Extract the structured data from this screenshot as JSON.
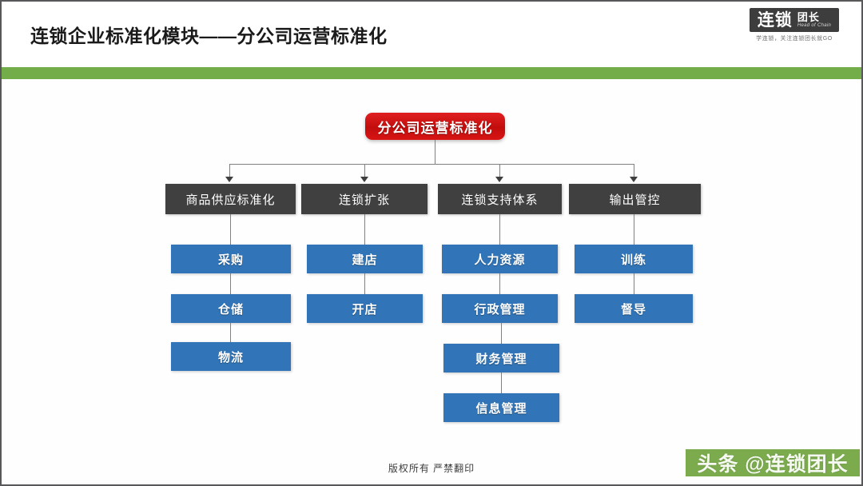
{
  "header": {
    "title": "连锁企业标准化模块——分公司运营标准化",
    "logo": {
      "cn_main": "连锁",
      "cn_sub": "团长",
      "en_sub": "Head of Chain",
      "tagline": "学连锁，关注连锁团长就GO"
    },
    "accent_color": "#73ad49"
  },
  "chart_data": {
    "type": "diagram",
    "title": "分公司运营标准化",
    "root": {
      "label": "分公司运营标准化",
      "color": "#c20d0d"
    },
    "category_color": "#404040",
    "leaf_color": "#3175b8",
    "branches": [
      {
        "label": "商品供应标准化",
        "children": [
          "采购",
          "仓储",
          "物流"
        ]
      },
      {
        "label": "连锁扩张",
        "children": [
          "建店",
          "开店"
        ]
      },
      {
        "label": "连锁支持体系",
        "children": [
          "人力资源",
          "行政管理",
          "财务管理",
          "信息管理"
        ]
      },
      {
        "label": "输出管控",
        "children": [
          "训练",
          "督导"
        ]
      }
    ]
  },
  "footer": {
    "copyright": "版权所有  严禁翻印",
    "watermark": "头条 @连锁团长"
  }
}
